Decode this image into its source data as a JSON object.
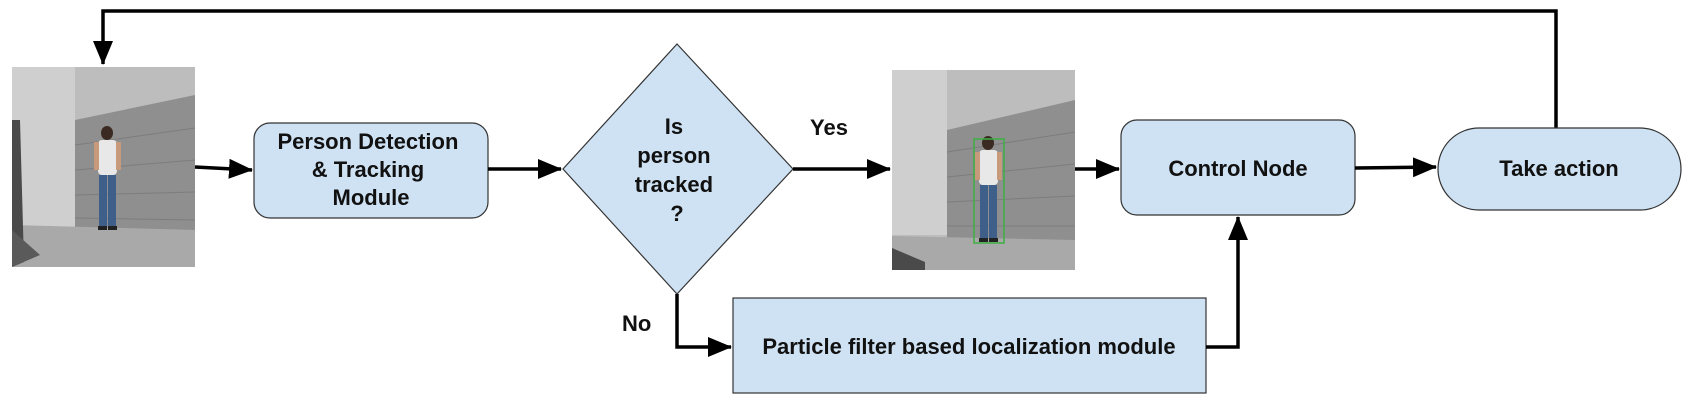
{
  "nodes": {
    "detection_module": {
      "lines": [
        "Person Detection",
        "& Tracking",
        "Module"
      ]
    },
    "decision": {
      "lines": [
        "Is",
        "person",
        "tracked",
        "?"
      ]
    },
    "control_node": {
      "lines": [
        "Control Node"
      ]
    },
    "take_action": {
      "lines": [
        "Take action"
      ]
    },
    "particle_filter": {
      "lines": [
        "Particle filter based localization module"
      ]
    }
  },
  "edge_labels": {
    "yes": "Yes",
    "no": "No"
  },
  "colors": {
    "box_fill": "#cfe2f3",
    "box_stroke": "#333333",
    "bbox_highlight": "#3cb043"
  }
}
